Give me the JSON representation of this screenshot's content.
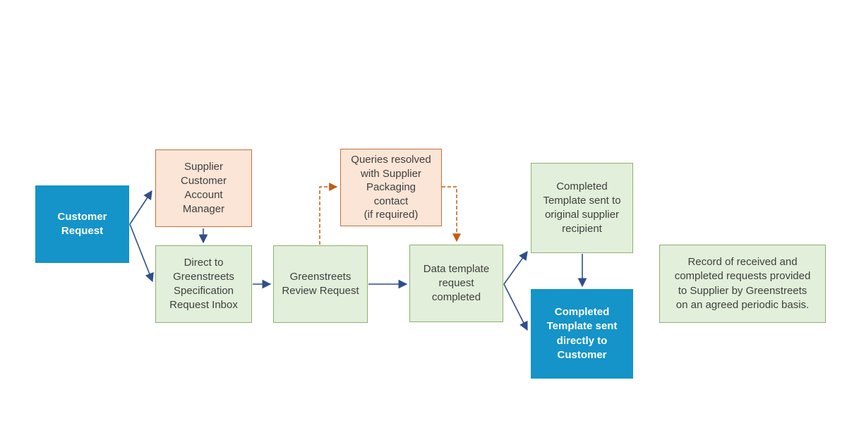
{
  "diagram": {
    "type": "flowchart",
    "background": "#FFFFFF",
    "nodes": [
      {
        "id": "customer-request",
        "label": "Customer\nRequest",
        "style": "blue"
      },
      {
        "id": "supplier-account-manager",
        "label": "Supplier\nCustomer\nAccount\nManager",
        "style": "orange"
      },
      {
        "id": "direct-inbox",
        "label": "Direct to\nGreenstreets\nSpecification\nRequest Inbox",
        "style": "green"
      },
      {
        "id": "review-request",
        "label": "Greenstreets\nReview Request",
        "style": "green"
      },
      {
        "id": "queries-resolved",
        "label": "Queries resolved\nwith Supplier\nPackaging\ncontact\n(if required)",
        "style": "orange"
      },
      {
        "id": "data-template-completed",
        "label": "Data template\nrequest\ncompleted",
        "style": "green"
      },
      {
        "id": "template-to-supplier",
        "label": "Completed\nTemplate sent to\noriginal supplier\nrecipient",
        "style": "green"
      },
      {
        "id": "template-to-customer",
        "label": "Completed\nTemplate sent\ndirectly to\nCustomer",
        "style": "blue"
      },
      {
        "id": "record-note",
        "label": "Record of received and\ncompleted requests provided\nto Supplier by Greenstreets\non an agreed periodic basis.",
        "style": "green"
      }
    ],
    "edges": [
      {
        "from": "customer-request",
        "to": "supplier-account-manager",
        "style": "solid"
      },
      {
        "from": "customer-request",
        "to": "direct-inbox",
        "style": "solid"
      },
      {
        "from": "supplier-account-manager",
        "to": "direct-inbox",
        "style": "solid"
      },
      {
        "from": "direct-inbox",
        "to": "review-request",
        "style": "solid"
      },
      {
        "from": "review-request",
        "to": "data-template-completed",
        "style": "solid"
      },
      {
        "from": "review-request",
        "to": "queries-resolved",
        "style": "dashed"
      },
      {
        "from": "queries-resolved",
        "to": "data-template-completed",
        "style": "dashed"
      },
      {
        "from": "data-template-completed",
        "to": "template-to-supplier",
        "style": "solid"
      },
      {
        "from": "data-template-completed",
        "to": "template-to-customer",
        "style": "solid"
      },
      {
        "from": "template-to-supplier",
        "to": "template-to-customer",
        "style": "solid"
      }
    ],
    "colors": {
      "blue_fill": "#1494C8",
      "blue_text": "#FFFFFF",
      "green_fill": "#E2EFDA",
      "green_border": "#8FAF72",
      "orange_fill": "#FBE5D6",
      "orange_border": "#C96F35",
      "solid_arrow": "#2E4E8C",
      "dashed_arrow": "#C55A11",
      "text": "#404040"
    }
  }
}
